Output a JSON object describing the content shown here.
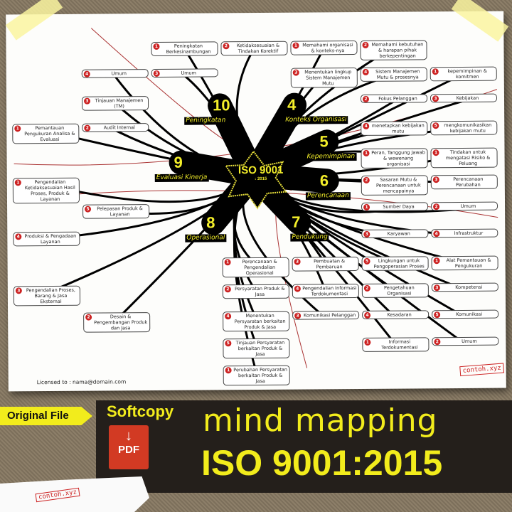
{
  "center": {
    "title": "ISO 9001",
    "year": ": 2015"
  },
  "branches": [
    {
      "num": "10",
      "label": "Peningkatan",
      "leaves": [
        "Peningkatan Berkesinambungan",
        "Ketidaksesuaian & Tindakan Korektif",
        "Umum"
      ]
    },
    {
      "num": "4",
      "label": "Konteks Organisasi",
      "leaves": [
        "Memahami organisasi & konteks-nya",
        "Memahami kebutuhan & harapan pihak berkepentingan",
        "Menentukan lingkup Sistem Manajemen Mutu",
        "Sistem Manajemen Mutu & prosesnya"
      ]
    },
    {
      "num": "5",
      "label": "Kepemimpinan",
      "leaves": [
        "kepemimpinan & komitmen",
        "Fokus Pelanggan",
        "Kebijakan",
        "menetapkan kebijakan mutu",
        "mengkomunikasikan kebijakan mutu",
        "Peran, Tanggung Jawab & wewenang organisasi"
      ]
    },
    {
      "num": "6",
      "label": "Perencanaan",
      "leaves": [
        "Tindakan untuk mengatasi Risiko & Peluang",
        "Sasaran Mutu & Perencanaan untuk mencapainya",
        "Perencanaan Perubahan"
      ]
    },
    {
      "num": "7",
      "label": "Pendukung",
      "leaves": [
        "Sumber Daya",
        "Umum",
        "Karyawan",
        "Infrastruktur",
        "Lingkungan untuk Pengoperasian Proses",
        "Alat Pemantauan & Pengukuran",
        "Pengetahuan Organisasi",
        "Kompetensi",
        "Kesadaran",
        "Komunikasi",
        "Informasi Terdokumentasi",
        "Umum",
        "Pembuatan & Pembaruan",
        "Pengendalian Informasi Terdokumentasi"
      ]
    },
    {
      "num": "8",
      "label": "Operasional",
      "leaves": [
        "Perencanaan & Pengendalian Operasional",
        "Persyaratan Produk & Jasa",
        "Komunikasi Pelanggan",
        "Menentukan Persyaratan berkaitan Produk & Jasa",
        "Tinjauan Persyaratan berkaitan Produk & Jasa",
        "Perubahan Persyaratan berkaitan Produk & Jasa",
        "Desain & Pengembangan Produk dan Jasa",
        "Pengendalian Proses, Barang & Jasa Eksternal",
        "Produksi & Pengadaan Layanan",
        "Pelepasan Produk & Layanan",
        "Pengendalian Ketidaksesuaian Hasil Proses, Produk & Layanan"
      ]
    },
    {
      "num": "9",
      "label": "Evaluasi Kinerja",
      "leaves": [
        "Pemantauan Pengukuran Analisa & Evaluasi",
        "Audit Internal",
        "Tinjauan Manajemen (TM)",
        "Umum"
      ]
    }
  ],
  "license": "Licensed to : nama@domain.com",
  "stamp": "contoh.xyz",
  "banner": {
    "tag": "Original File",
    "softcopy": "Softcopy",
    "pdf": "PDF",
    "line1": "mind mapping",
    "line2": "ISO 9001:2015",
    "torn_stamp": "contoh.xyz"
  },
  "colors": {
    "branch": "#000000",
    "accent": "#f2ec1c",
    "badge": "#cc2222"
  }
}
